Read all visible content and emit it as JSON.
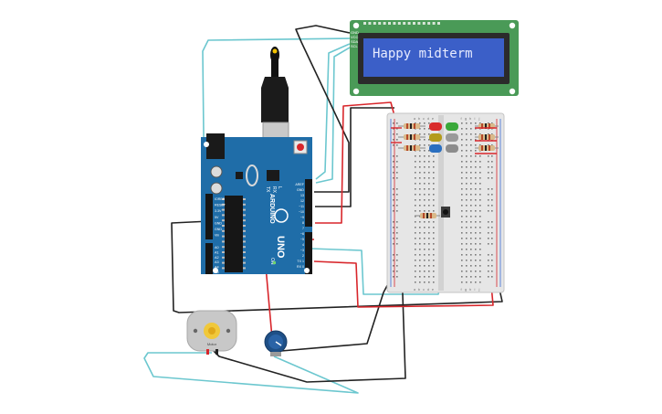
{
  "lcd": {
    "text": "Happy midterm",
    "pin_labels": [
      "GND",
      "VCC",
      "SDA",
      "SCL"
    ]
  },
  "arduino": {
    "logo": "ARDUINO",
    "model": "UNO",
    "label_on": "ON",
    "label_tx": "TX",
    "label_rx": "RX",
    "label_l": "L",
    "power_pins": [
      "IOREF",
      "RESET",
      "3.3V",
      "5V",
      "GND",
      "GND",
      "Vin"
    ],
    "analog_pins": [
      "A0",
      "A1",
      "A2",
      "A3",
      "A4",
      "A5"
    ],
    "digital_pins": [
      "AREF",
      "GND",
      "13",
      "12",
      "~11",
      "~10",
      "~9",
      "8",
      "7",
      "~6",
      "~5",
      "4",
      "~3",
      "2",
      "TX 1",
      "RX 0"
    ]
  },
  "breadboard": {
    "top_cols": [
      "a",
      "b",
      "c",
      "d",
      "e",
      "f",
      "g",
      "h",
      "i",
      "j"
    ]
  },
  "motor": {
    "label": "Motor"
  },
  "colors": {
    "wire_cyan": "#6cc7cf",
    "wire_black": "#222222",
    "wire_red": "#d8262b",
    "board_blue": "#1f6da8",
    "lcd_green": "#4a9a57",
    "lcd_screen": "#3b5fc8"
  }
}
